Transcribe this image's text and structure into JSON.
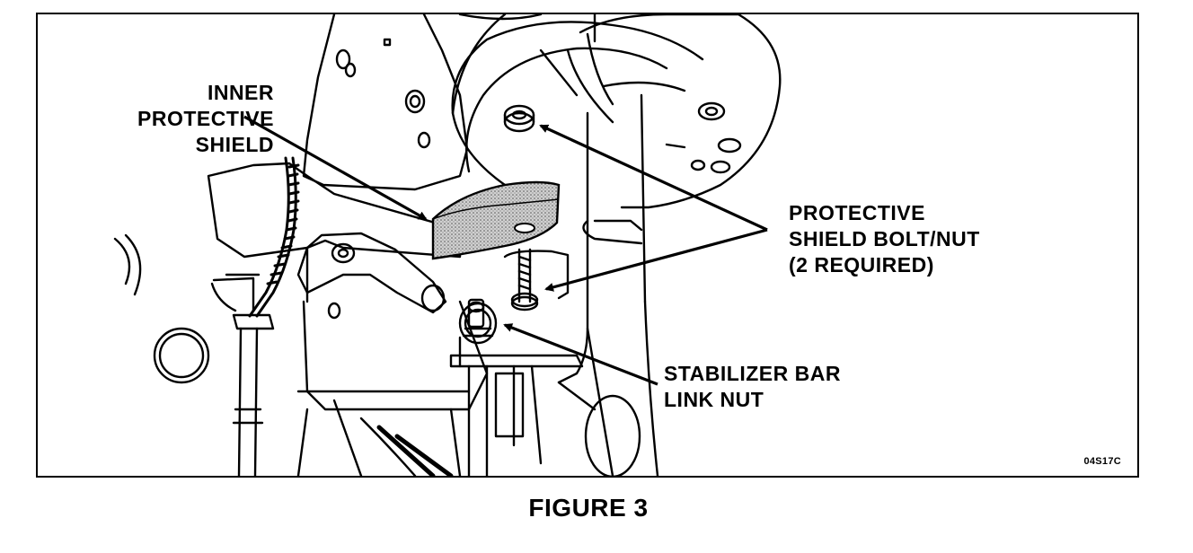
{
  "figure": {
    "caption": "FIGURE 3",
    "code": "04S17C"
  },
  "callouts": {
    "inner_shield": [
      "INNER",
      "PROTECTIVE",
      "SHIELD"
    ],
    "protective_bolt": [
      "PROTECTIVE",
      "SHIELD BOLT/NUT",
      "(2 REQUIRED)"
    ],
    "stabilizer_nut": [
      "STABILIZER BAR",
      "LINK NUT"
    ]
  },
  "colors": {
    "line": "#000000",
    "background": "#ffffff",
    "shield_fill": "#b8b8b8"
  }
}
